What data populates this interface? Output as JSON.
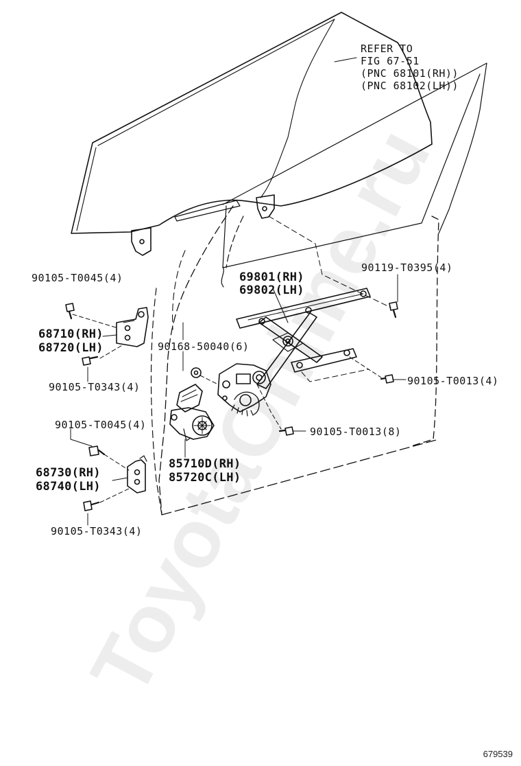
{
  "watermark": "ToyotaOnline.ru",
  "diagram_id": "679539",
  "labels": {
    "refer_line1": "REFER TO",
    "refer_line2": "FIG 67-51",
    "refer_line3": "(PNC 68101(RH))",
    "refer_line4": "(PNC 68102(LH))",
    "bolt_upper_hinge_top": "90105-T0045(4)",
    "hinge_upper_rh": "68710(RH)",
    "hinge_upper_lh": "68720(LH)",
    "bolt_upper_hinge_bottom": "90105-T0343(4)",
    "bolt_lower_hinge_top": "90105-T0045(4)",
    "hinge_lower_rh": "68730(RH)",
    "hinge_lower_lh": "68740(LH)",
    "bolt_lower_hinge_bottom": "90105-T0343(4)",
    "regulator_rh": "69801(RH)",
    "regulator_lh": "69802(LH)",
    "bolt_glass": "90119-T0395(4)",
    "nut_regulator": "90168-50040(6)",
    "bolt_regulator_right": "90105-T0013(4)",
    "bolt_regulator_lower": "90105-T0013(8)",
    "motor_rh": "85710D(RH)",
    "motor_lh": "85720C(LH)"
  }
}
